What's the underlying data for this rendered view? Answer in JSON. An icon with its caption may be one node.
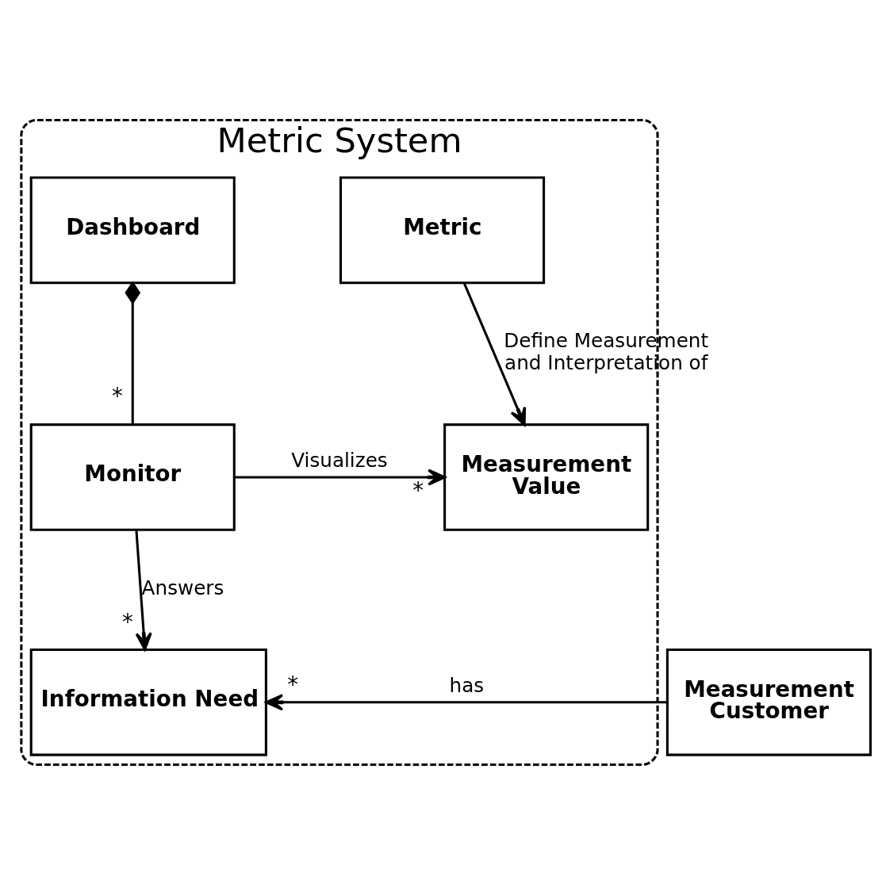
{
  "diagram": {
    "nodes": [
      {
        "text": [
          "Metric System"
        ]
      },
      {
        "text": [
          "Dashboard"
        ],
        "in": 0
      },
      {
        "text": [
          "Metric"
        ],
        "in": 0
      },
      {
        "text": [
          "Monitor"
        ],
        "in": 0
      },
      {
        "text": [
          "Measurement Value"
        ],
        "in": 0
      },
      {
        "text": [
          "Information Need"
        ],
        "in": 0
      },
      {
        "text": [
          "Measurement Customer"
        ]
      }
    ],
    "edges": [
      {
        "from": 1,
        "to": 3,
        "arrow": "other"
      },
      {
        "from": 2,
        "to": 4,
        "arrow": "to",
        "label": "Define Measurement and Interpretation of"
      },
      {
        "from": 3,
        "to": 4,
        "arrow": "to",
        "label": "Visualizes"
      },
      {
        "from": 3,
        "to": 5,
        "arrow": "to",
        "label": "Answers"
      },
      {
        "from": 6,
        "to": 5,
        "arrow": "to",
        "label": "has"
      }
    ],
    "labels": [
      "*",
      "*",
      "*",
      "*"
    ]
  }
}
